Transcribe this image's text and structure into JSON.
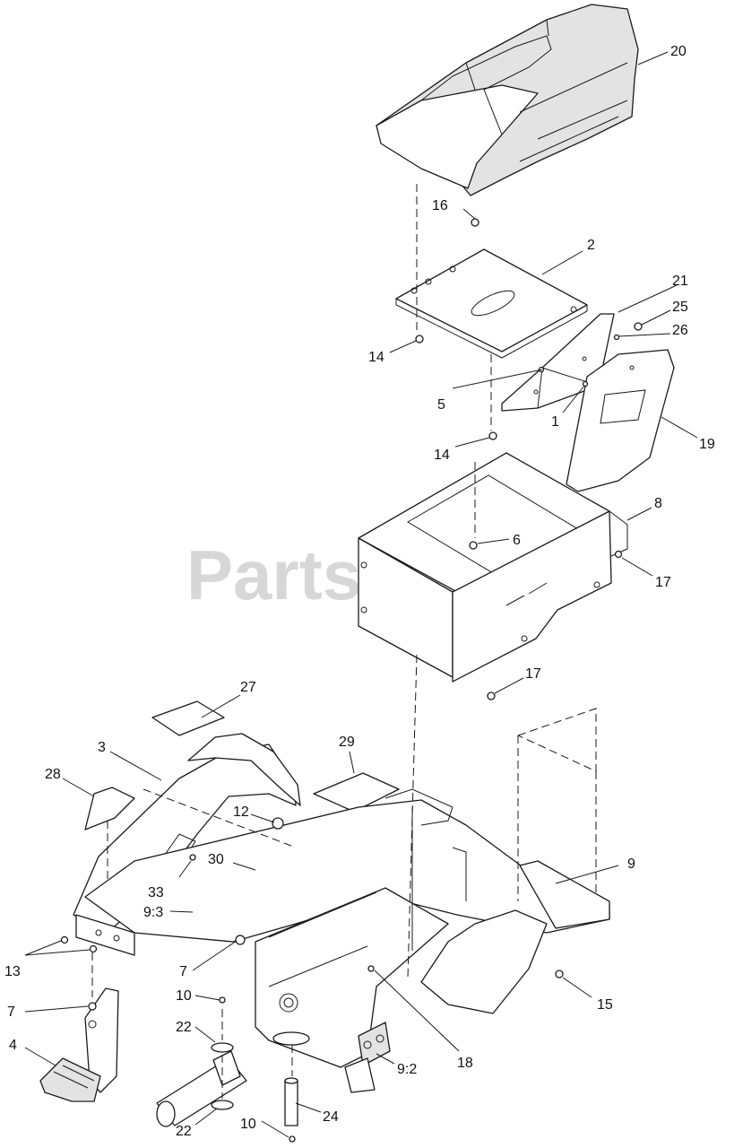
{
  "watermark": {
    "text": "PartsTree",
    "trademark": "™"
  },
  "callouts": [
    {
      "id": "c20",
      "label": "20"
    },
    {
      "id": "c16",
      "label": "16"
    },
    {
      "id": "c2",
      "label": "2"
    },
    {
      "id": "c21",
      "label": "21"
    },
    {
      "id": "c25",
      "label": "25"
    },
    {
      "id": "c26",
      "label": "26"
    },
    {
      "id": "c14a",
      "label": "14"
    },
    {
      "id": "c5",
      "label": "5"
    },
    {
      "id": "c1",
      "label": "1"
    },
    {
      "id": "c19",
      "label": "19"
    },
    {
      "id": "c14b",
      "label": "14"
    },
    {
      "id": "c8",
      "label": "8"
    },
    {
      "id": "c6",
      "label": "6"
    },
    {
      "id": "c17a",
      "label": "17"
    },
    {
      "id": "c17b",
      "label": "17"
    },
    {
      "id": "c27",
      "label": "27"
    },
    {
      "id": "c29",
      "label": "29"
    },
    {
      "id": "c3",
      "label": "3"
    },
    {
      "id": "c28",
      "label": "28"
    },
    {
      "id": "c12",
      "label": "12"
    },
    {
      "id": "c30",
      "label": "30"
    },
    {
      "id": "c33",
      "label": "33"
    },
    {
      "id": "c93",
      "label": "9:3"
    },
    {
      "id": "c9",
      "label": "9"
    },
    {
      "id": "c13",
      "label": "13"
    },
    {
      "id": "c7a",
      "label": "7"
    },
    {
      "id": "c15",
      "label": "15"
    },
    {
      "id": "c10a",
      "label": "10"
    },
    {
      "id": "c7b",
      "label": "7"
    },
    {
      "id": "c18",
      "label": "18"
    },
    {
      "id": "c22a",
      "label": "22"
    },
    {
      "id": "c4",
      "label": "4"
    },
    {
      "id": "c92",
      "label": "9:2"
    },
    {
      "id": "c24",
      "label": "24"
    },
    {
      "id": "c22b",
      "label": "22"
    },
    {
      "id": "c10b",
      "label": "10"
    }
  ]
}
